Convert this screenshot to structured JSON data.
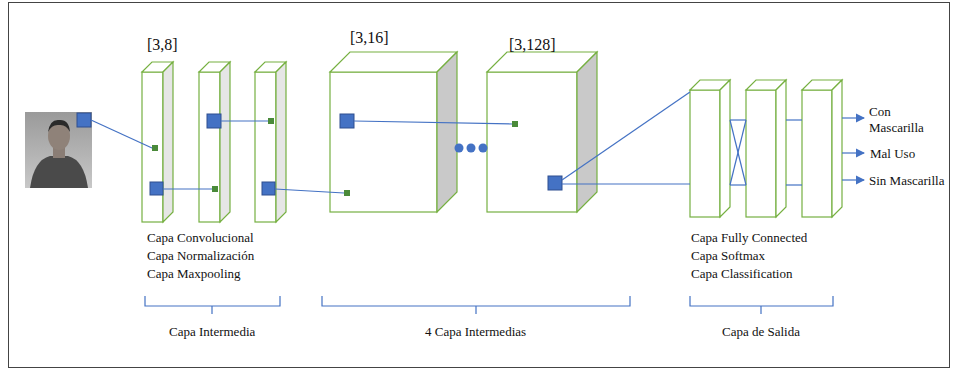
{
  "diagram": {
    "labels": [
      "[3,8]",
      "[3,16]",
      "[3,128]",
      "Con Mascarilla",
      "Mal Uso",
      "Sin Mascarilla",
      "Capa Convolucional",
      "Capa Normalización",
      "Capa Maxpooling",
      "Capa Fully Connected",
      "Capa Softmax",
      "Capa Classification",
      "Capa Intermedia",
      "4 Capa Intermedias",
      "Capa de Salida"
    ]
  }
}
